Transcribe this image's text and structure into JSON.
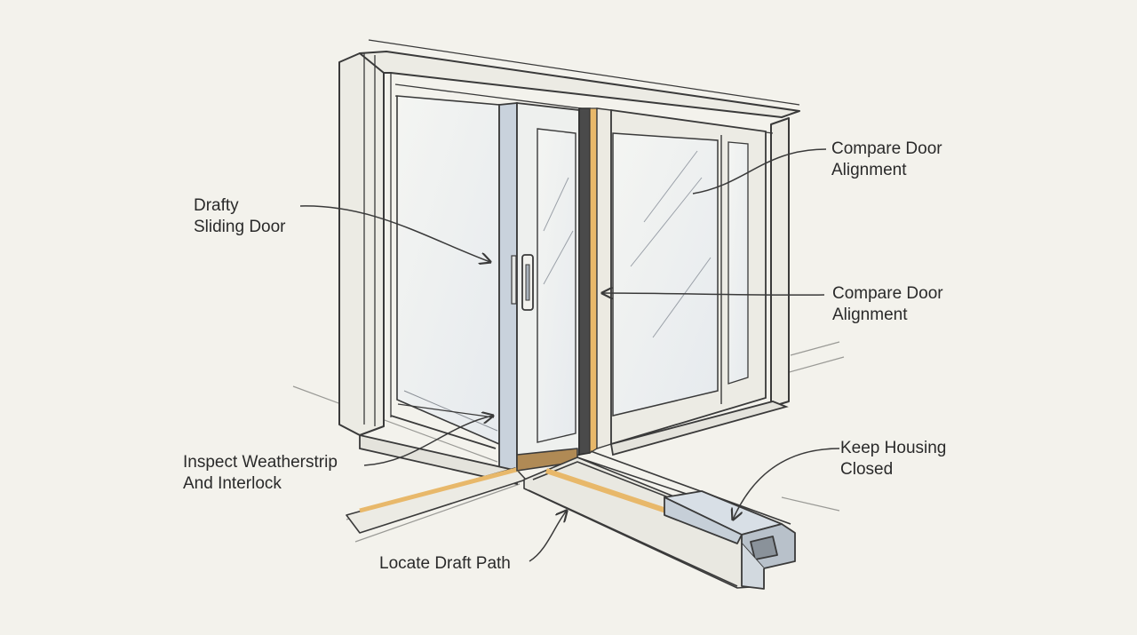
{
  "colors": {
    "background": "#f3f2ec",
    "ink": "#3a3a3a",
    "frame_fill": "#ecebe4",
    "glass_tint": "#dde3ea",
    "highlight": "#e8b86a"
  },
  "callouts": {
    "drafty_door": [
      "Drafty",
      "Sliding Door"
    ],
    "compare_upper": [
      "Compare Door",
      "Alignment"
    ],
    "compare_lower": [
      "Compare Door",
      "Alignment"
    ],
    "inspect": [
      "Inspect Weatherstrip",
      "And Interlock"
    ],
    "housing": [
      "Keep Housing",
      "Closed"
    ],
    "draft_path": [
      "Locate Draft Path"
    ]
  }
}
